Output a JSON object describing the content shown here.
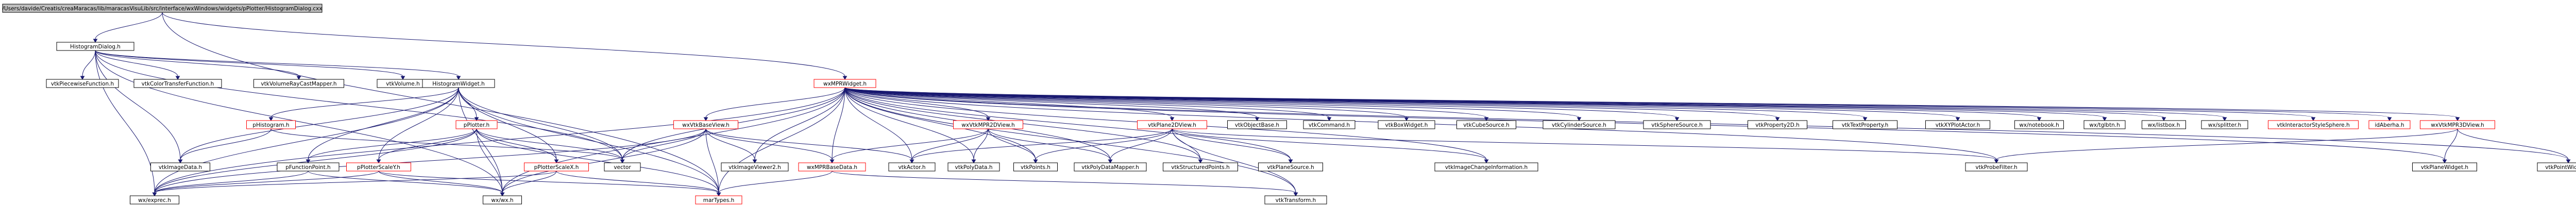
{
  "colors": {
    "root_fill": "#bfbfbf",
    "node_fill": "#ffffff",
    "node_border": "#000000",
    "red_border": "#ff0000",
    "edge_blue": "#191970",
    "edge_purple": "#9a32cd",
    "edge_gray": "#a0a0a0"
  },
  "nodes": {
    "root": "/Users/davide/Creatis/creaMaracas/lib/maracasVisuLib/src/interface/wxWindows/widgets/pPlotter/HistogramDialog.cxx",
    "histogramdialog": "HistogramDialog.h",
    "wxmpp": "wxMPRWidget.h",
    "vtkpiecewise": "vtkPiecewiseFunction.h",
    "vtkcolortransfer": "vtkColorTransferFunction.h",
    "vtkvolumeray": "vtkVolumeRayCastMapper.h",
    "vtkvolume": "vtkVolume.h",
    "histogramwidget": "HistogramWidget.h",
    "vtkobjectbase": "vtkObjectBase.h",
    "vtkcommand": "vtkCommand.h",
    "vtkboxwidget": "vtkBoxWidget.h",
    "vtkcubesource": "vtkCubeSource.h",
    "vtkcylindersource": "vtkCylinderSource.h",
    "vtkspheresource": "vtkSphereSource.h",
    "vtkproperty2d": "vtkProperty2D.h",
    "vtktextproperty": "vtkTextProperty.h",
    "vtkxyplotactor": "vtkXYPlotActor.h",
    "wxnotebook": "wx/notebook.h",
    "wxtglbtn": "wx/tglbtn.h",
    "wxlistbox": "wx/listbox.h",
    "wxsplitter": "wx/splitter.h",
    "vtkinteractorstyle": "vtkInteractorStyleSphere.h",
    "idaberha": "idAberha.h",
    "wxvtkmpr3dview": "wxVtkMPR3DView.h",
    "phistogram": "pHistogram.h",
    "pplotter": "pPlotter.h",
    "wxvtkbaseview": "wxVtkBaseView.h",
    "wxvtkmpr2dview": "wxVtkMPR2DView.h",
    "vtkplane2dview": "vtkPlane2DView.h",
    "vector": "vector",
    "vtkimagedata": "vtkImageData.h",
    "pfunctionpoint": "pFunctionPoint.h",
    "pplotterscaley": "pPlotterScaleY.h",
    "pplotterscalex": "pPlotterScaleX.h",
    "vtkimageviewer2": "vtkImageViewer2.h",
    "wxmprbasedata": "wxMPRBaseData.h",
    "vtkactor": "vtkActor.h",
    "vtkpolydata": "vtkPolyData.h",
    "vtkpoints": "vtkPoints.h",
    "vtkpolydatamapper": "vtkPolyDataMapper.h",
    "vtkstructuredpoints": "vtkStructuredPoints.h",
    "vtkplanesource": "vtkPlaneSource.h",
    "vtkimagechangeinfo": "vtkImageChangeInformation.h",
    "vtkprobefilter": "vtkProbeFilter.h",
    "vtkplanewidget": "vtkPlaneWidget.h",
    "vtkpointwidget": "vtkPointWidget.h",
    "wxexprec": "wx/exprec.h",
    "wxwx": "wx/wx.h",
    "vtktransform": "vtkTransform.h",
    "martypes": "marTypes.h"
  }
}
